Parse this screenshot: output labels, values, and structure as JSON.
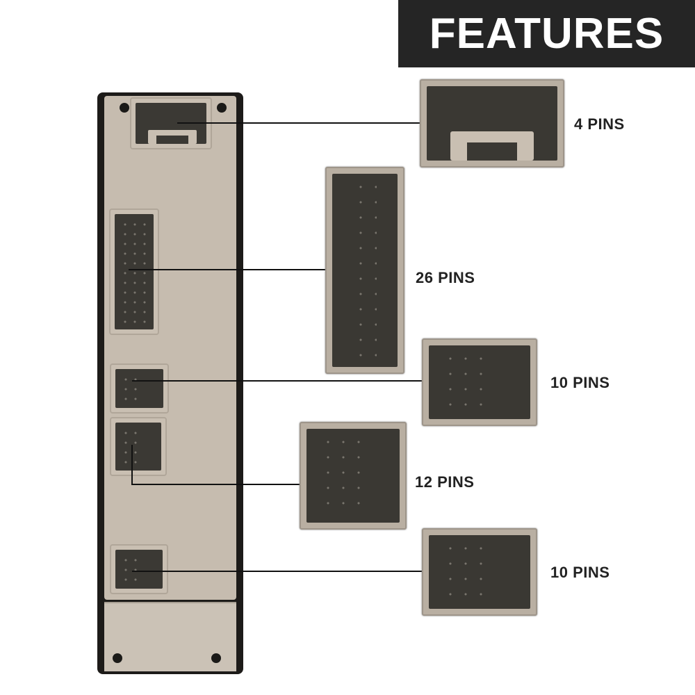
{
  "header": {
    "title": "FEATURES"
  },
  "callouts": [
    {
      "label": "4 PINS"
    },
    {
      "label": "26 PINS"
    },
    {
      "label": "10 PINS"
    },
    {
      "label": "12 PINS"
    },
    {
      "label": "10 PINS"
    }
  ],
  "colors": {
    "header_bg": "#252525",
    "housing": "#c6bcaf",
    "connector_inner": "#3b3934"
  }
}
